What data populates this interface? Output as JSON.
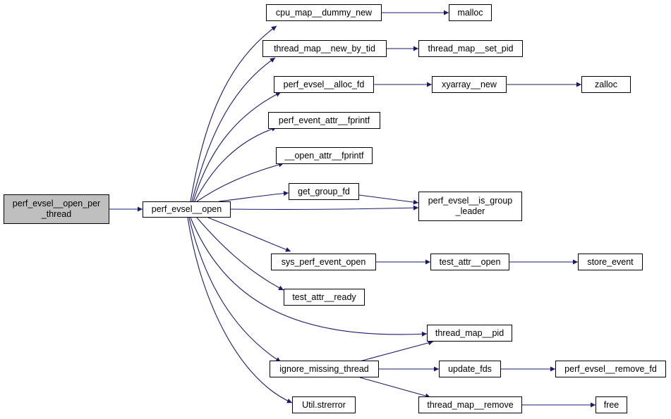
{
  "colors": {
    "edge": "#191970",
    "root_fill": "#bfbfbf",
    "node_fill": "#ffffff",
    "border": "#000000"
  },
  "nodes": {
    "root": {
      "line1": "perf_evsel__open_per",
      "line2": "_thread"
    },
    "perf_evsel_open": "perf_evsel__open",
    "cpu_map_dummy_new": "cpu_map__dummy_new",
    "malloc": "malloc",
    "thread_map_new_by_tid": "thread_map__new_by_tid",
    "thread_map_set_pid": "thread_map__set_pid",
    "perf_evsel_alloc_fd": "perf_evsel__alloc_fd",
    "xyarray_new": "xyarray__new",
    "zalloc": "zalloc",
    "perf_event_attr_fprintf": "perf_event_attr__fprintf",
    "open_attr_fprintf": "__open_attr__fprintf",
    "get_group_fd": "get_group_fd",
    "perf_evsel_is_group_leader": {
      "line1": "perf_evsel__is_group",
      "line2": "_leader"
    },
    "sys_perf_event_open": "sys_perf_event_open",
    "test_attr_open": "test_attr__open",
    "store_event": "store_event",
    "test_attr_ready": "test_attr__ready",
    "thread_map_pid": "thread_map__pid",
    "ignore_missing_thread": "ignore_missing_thread",
    "update_fds": "update_fds",
    "perf_evsel_remove_fd": "perf_evsel__remove_fd",
    "thread_map_remove": "thread_map__remove",
    "free": "free",
    "util_strerror": "Util.strerror"
  }
}
